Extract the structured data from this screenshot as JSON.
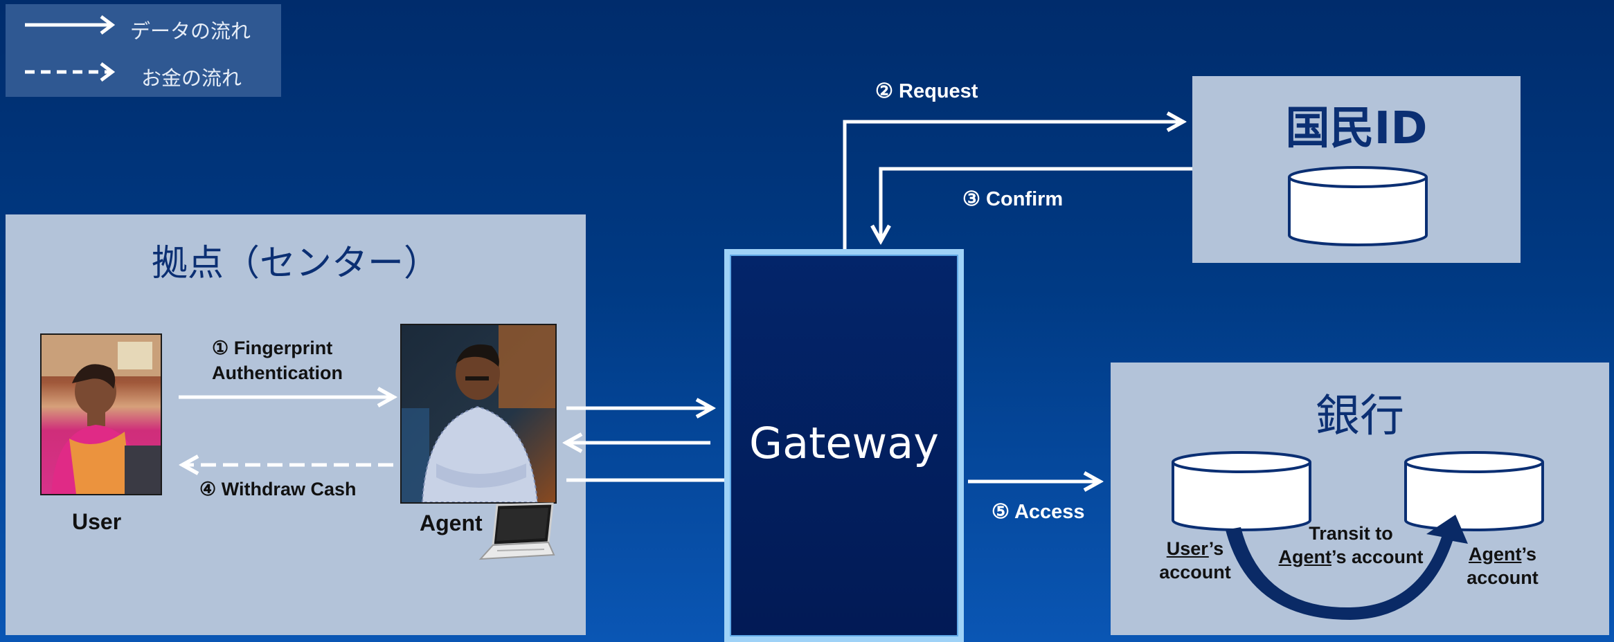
{
  "legend": {
    "data_flow": "データの流れ",
    "money_flow": "お金の流れ"
  },
  "center": {
    "title": "拠点（センター）",
    "user_label": "User",
    "agent_label": "Agent"
  },
  "steps": {
    "fingerprint_1": "① Fingerprint",
    "fingerprint_2": "Authentication",
    "request": "② Request",
    "confirm": "③ Confirm",
    "withdraw": "④ Withdraw Cash",
    "access": "⑤ Access"
  },
  "gateway": {
    "label": "Gateway"
  },
  "national_id": {
    "title": "国民ID"
  },
  "bank": {
    "title": "銀行",
    "user_account_name": "User",
    "user_account_suffix": "’s",
    "user_account_line2": "account",
    "transit_line1": "Transit to",
    "transit_agent": "Agent",
    "transit_suffix": "’s account",
    "agent_account_name": "Agent",
    "agent_account_suffix": "’s",
    "agent_account_line2": "account"
  },
  "colors": {
    "panel": "#b3c3d9",
    "title_text": "#0b2f73",
    "gateway_fill": "#021a55",
    "gateway_border": "#9fd2f7"
  }
}
